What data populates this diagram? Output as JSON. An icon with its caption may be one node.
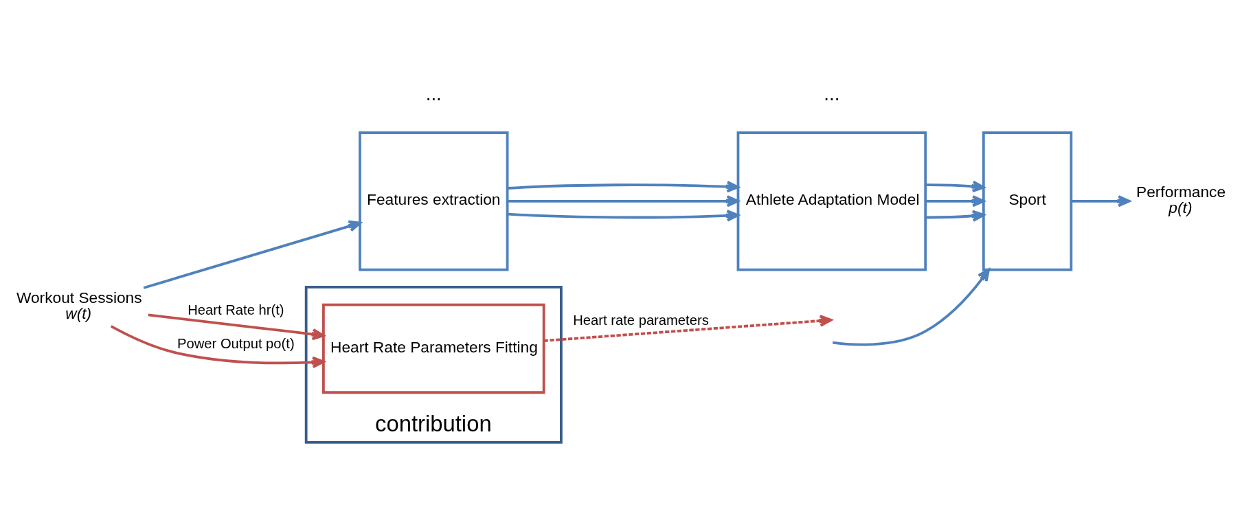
{
  "diagram": {
    "nodes": [
      {
        "text": [
          "Workout Sessions",
          "w(t)"
        ]
      },
      {
        "text": [
          "Features extraction"
        ]
      },
      {
        "text": [
          "Athlete Adaptation Model"
        ]
      },
      {
        "text": [
          "Sport"
        ]
      },
      {
        "text": [
          "Performance",
          "p(t)"
        ]
      },
      {
        "text": [
          "contribution"
        ]
      },
      {
        "text": [
          "Heart Rate Parameters Fitting"
        ],
        "in": 5
      }
    ],
    "edges": [
      {
        "from": 0,
        "to": 1,
        "arrow": "to"
      },
      {
        "from": 1,
        "to": 2,
        "arrow": "to"
      },
      {
        "from": 1,
        "to": 2,
        "arrow": "to"
      },
      {
        "from": 1,
        "to": 2,
        "arrow": "to"
      },
      {
        "from": 2,
        "to": 3,
        "arrow": "to"
      },
      {
        "from": 2,
        "to": 3,
        "arrow": "to"
      },
      {
        "from": 2,
        "to": 3,
        "arrow": "to"
      },
      {
        "from": null,
        "to": 3,
        "arrow": "to"
      },
      {
        "from": 3,
        "to": 4,
        "arrow": "to"
      },
      {
        "from": 0,
        "to": 6,
        "arrow": "to",
        "label": "Heart Rate hr(t)",
        "color": "#c0504d"
      },
      {
        "from": 0,
        "to": 6,
        "arrow": "to",
        "label": "Power Output po(t)",
        "color": "#c0504d"
      },
      {
        "from": 6,
        "to": null,
        "arrow": "to",
        "label": "Heart rate parameters",
        "style": "dashed",
        "color": "#c0504d"
      }
    ],
    "labels": [
      "...",
      "..."
    ]
  }
}
